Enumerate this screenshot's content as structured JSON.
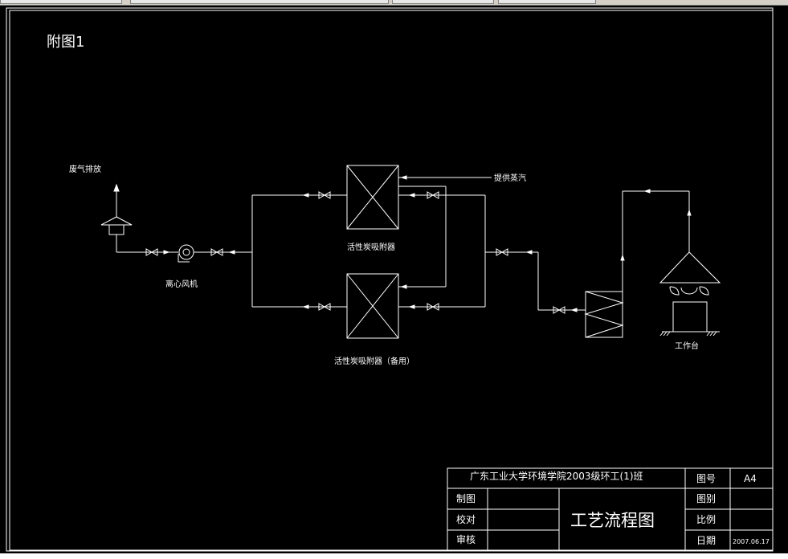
{
  "drawing": {
    "figure_title": "附图1",
    "labels": {
      "exhaust": "废气排放",
      "fan": "离心风机",
      "adsorber_main": "活性炭吸附器",
      "steam": "提供蒸汽",
      "adsorber_backup": "活性炭吸附器（备用）",
      "workbench": "工作台"
    }
  },
  "title_block": {
    "institution": "广东工业大学环境学院2003级环工(1)班",
    "drawing_name": "工艺流程图",
    "drawn_by_label": "制图",
    "checked_label": "校对",
    "reviewed_label": "审核",
    "drawing_no_label": "图号",
    "drawing_no_value": "A4",
    "category_label": "图别",
    "category_value": "",
    "scale_label": "比例",
    "scale_value": "",
    "date_label": "日期",
    "date_value": "2007.06.17"
  },
  "colors": {
    "background": "#000000",
    "lines": "#ffffff"
  }
}
